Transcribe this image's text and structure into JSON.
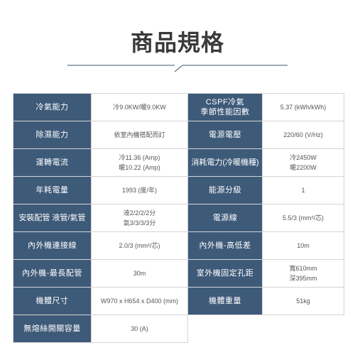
{
  "title": "商品規格",
  "colors": {
    "title": "#3a3a3a",
    "divider": "#66778a",
    "label_bg": "#3e5a79",
    "label_text": "#ffffff",
    "value_text": "#555555",
    "border": "#d4d4d4",
    "page_bg": "#ffffff"
  },
  "spec_rows": [
    {
      "label_left": [
        "冷氣能力"
      ],
      "value_left": [
        "冷9.0KW/暖9.0KW"
      ],
      "label_right": [
        "CSPF冷氣",
        "季節性能因數"
      ],
      "value_right": [
        "5.37 (kWh/kWh)"
      ]
    },
    {
      "label_left": [
        "除濕能力"
      ],
      "value_left": [
        "依室內機搭配而訂"
      ],
      "label_right": [
        "電源電壓"
      ],
      "value_right": [
        "220/60 (V/Hz)"
      ]
    },
    {
      "label_left": [
        "運轉電流"
      ],
      "value_left": [
        "冷11.36 (Amp)",
        "暖10.22 (Amp)"
      ],
      "label_right": [
        "消耗電力(冷暖機種)"
      ],
      "value_right": [
        "冷2450W",
        "暖2200W"
      ]
    },
    {
      "label_left": [
        "年耗電量"
      ],
      "value_left": [
        "1993 (度/年)"
      ],
      "label_right": [
        "能源分級"
      ],
      "value_right": [
        "1"
      ]
    },
    {
      "label_left": [
        "安裝配管 液管/氣管"
      ],
      "value_left": [
        "液2/2/2/2分",
        "氣3/3/3/3分"
      ],
      "label_right": [
        "電源線"
      ],
      "value_right": [
        "5.5/3 (mm²/芯)"
      ]
    },
    {
      "label_left": [
        "內外機連接線"
      ],
      "value_left": [
        "2.0/3 (mm²/芯)"
      ],
      "label_right": [
        "內外機-高低差"
      ],
      "value_right": [
        "10m"
      ]
    },
    {
      "label_left": [
        "內外機-最長配管"
      ],
      "value_left": [
        "30m"
      ],
      "label_right": [
        "室外機固定孔距"
      ],
      "value_right": [
        "寬610mm",
        "深395mm"
      ]
    },
    {
      "label_left": [
        "機體尺寸"
      ],
      "value_left": [
        "W970 x H654 x D400 (mm)"
      ],
      "label_right": [
        "機體重量"
      ],
      "value_right": [
        "51kg"
      ]
    },
    {
      "label_left": [
        "無熔絲開關容量"
      ],
      "value_left": [
        "30 (A)"
      ]
    }
  ]
}
